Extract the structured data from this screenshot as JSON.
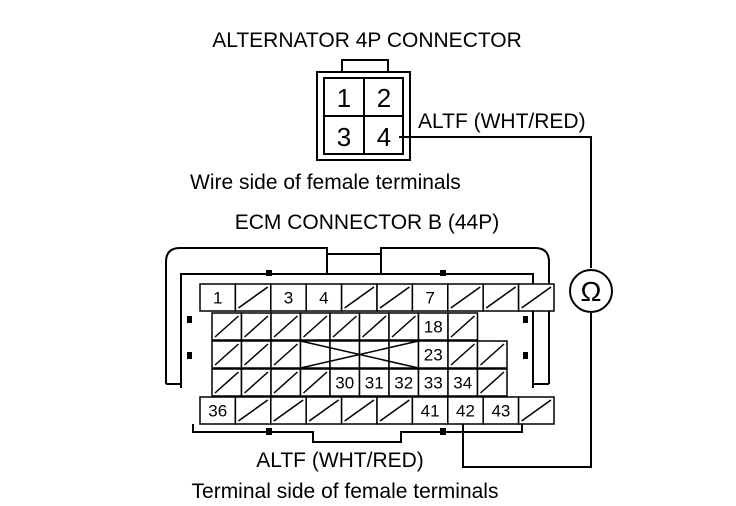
{
  "alternator": {
    "title": "ALTERNATOR 4P CONNECTOR",
    "pins": [
      "1",
      "2",
      "3",
      "4"
    ],
    "wire_label": "ALTF (WHT/RED)",
    "view_note": "Wire side of female terminals"
  },
  "ecm": {
    "title": "ECM CONNECTOR B (44P)",
    "rows": [
      [
        "1",
        "",
        "3",
        "4",
        "",
        "",
        "7",
        "",
        "",
        ""
      ],
      [
        "",
        "",
        "",
        "",
        "",
        "",
        "",
        "18",
        ""
      ],
      [
        "",
        "",
        "",
        "",
        "",
        "",
        "",
        "23",
        "",
        ""
      ],
      [
        "",
        "",
        "",
        "",
        "30",
        "31",
        "32",
        "33",
        "34",
        ""
      ],
      [
        "36",
        "",
        "",
        "",
        "",
        "",
        "41",
        "42",
        "43",
        ""
      ]
    ],
    "wire_label": "ALTF (WHT/RED)",
    "view_note": "Terminal side of female terminals"
  },
  "meter": {
    "symbol": "Ω"
  }
}
